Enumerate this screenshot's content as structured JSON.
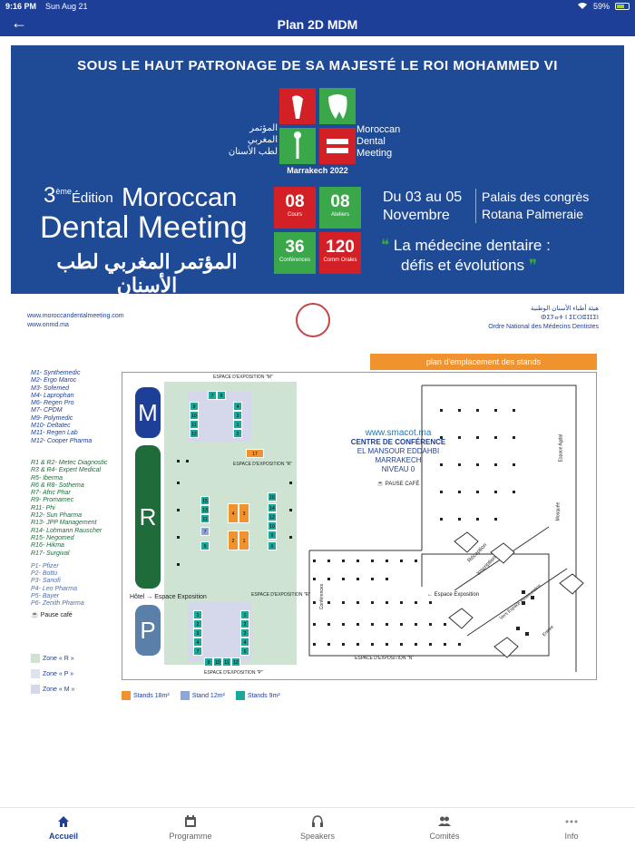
{
  "status": {
    "time": "9:16 PM",
    "date": "Sun Aug 21",
    "battery": "59%"
  },
  "nav": {
    "title": "Plan 2D MDM",
    "back_icon": "arrow-left-icon"
  },
  "banner": {
    "patronage": "SOUS LE HAUT PATRONAGE DE SA MAJESTÉ LE ROI MOHAMMED VI",
    "logo_arabic": [
      "المؤتمر",
      "المغربي",
      "لطب الأسنان"
    ],
    "logo_english": [
      "Moroccan",
      "Dental",
      "Meeting"
    ],
    "logo_city": "Marrakech 2022",
    "edition_number": "3",
    "edition_sup": "ème",
    "edition_word": "Édition",
    "title_line1": "Moroccan",
    "title_line2": "Dental Meeting",
    "title_arabic": "المؤتمر المغربي لطب الأسنان",
    "stats": [
      {
        "n": "08",
        "l": "Cours",
        "color": "#d32027"
      },
      {
        "n": "08",
        "l": "Ateliers",
        "color": "#3aa84a"
      },
      {
        "n": "36",
        "l": "Conférences",
        "color": "#3aa84a"
      },
      {
        "n": "120",
        "l": "Comm Orales",
        "color": "#d32027"
      }
    ],
    "dates_line1": "Du 03 au 05",
    "dates_line2": "Novembre",
    "venue_line1": "Palais des congrès",
    "venue_line2": "Rotana Palmeraie",
    "slogan_line1": "La médecine dentaire :",
    "slogan_line2": "défis et évolutions",
    "colors": {
      "bg": "#1f4a96",
      "red": "#d32027",
      "green": "#3aa84a"
    }
  },
  "map": {
    "url1": "www.moroccandentalmeeting.com",
    "url2": "www.onmd.ma",
    "ordre_ar": "هيئة أطباء الأسنان الوطنية",
    "ordre_tf": "ⵀⵉⵢⴰⵜ ⵏ ⵉⵎⵙⵓⵊⵊⵉⵏ",
    "ordre_fr": "Ordre National des Médecins Dentistes",
    "plan_title": "plan d'emplacement des stands",
    "legend_m": [
      "M1- Synthemedic",
      "M2- Ergo Maroc",
      "M3- Sofemed",
      "M4- Laprophan",
      "M6- Regen Pro",
      "M7- CPDM",
      "M9- Polymedic",
      "M10- Deltatec",
      "M11- Regen Lab",
      "M12- Cooper Pharma"
    ],
    "legend_r": [
      "R1 & R2- Metec Diagnostic",
      "R3 & R4- Expert Medical",
      "R5- Iberma",
      "R6 & R8- Sothema",
      "R7- Afric Phar",
      "R9- Promamec",
      "R11- Phi",
      "R12- Sun Pharma",
      "R13- JPP Management",
      "R14- Lohmann Rauscher",
      "R15- Negomed",
      "R16- Hikma",
      "R17- Surgival"
    ],
    "legend_p": [
      "P1- Pfizer",
      "P2- Bottu",
      "P3- Sanofi",
      "P4- Leo Pharma",
      "P5- Bayer",
      "P6- Zenith Pharma"
    ],
    "pause": "Pause café",
    "zones": [
      {
        "label": "Zone « R »",
        "color": "#cfe3d3"
      },
      {
        "label": "Zone « P »",
        "color": "#dde3ef"
      },
      {
        "label": "Zone « M »",
        "color": "#d4d8ea"
      }
    ],
    "letters": [
      "M",
      "R",
      "P"
    ],
    "cc_url": "www.smacot.ma",
    "cc_lines": [
      "CENTRE DE CONFÉRENCE",
      "EL MANSOUR EDDAHBI",
      "MARRAKECH",
      "NIVEAU 0"
    ],
    "pause_cafe": "PAUSE CAFÉ",
    "espace_m": "ESPACE D'EXPOSITION \"M\"",
    "espace_r": "ESPACE D'EXPOSITION \"R\"",
    "espace_p": "ESPACE D'EXPOSITION \"P\"",
    "espace_n": "ESPACE D'EXPOSITION \"N\"",
    "hotel": "Hôtel",
    "espace_expo": "Espace Exposition",
    "reception": "Réception",
    "inscription": "Inscription",
    "vers_espace": "Vers Espace Restauration",
    "entree": "Entrée",
    "mosquee": "Mosquée",
    "espace_agdal": "Espace Agdal",
    "conferences": "Conférences",
    "stand_legend": [
      {
        "label": "Stands 18m²",
        "color": "#f0932f"
      },
      {
        "label": "Stand 12m²",
        "color": "#8ba6d8"
      },
      {
        "label": "Stands 9m²",
        "color": "#1ba89a"
      }
    ]
  },
  "tabs": [
    {
      "label": "Accueil",
      "icon": "home-icon",
      "active": true
    },
    {
      "label": "Programme",
      "icon": "calendar-icon",
      "active": false
    },
    {
      "label": "Speakers",
      "icon": "headphones-icon",
      "active": false
    },
    {
      "label": "Comités",
      "icon": "people-icon",
      "active": false
    },
    {
      "label": "Info",
      "icon": "more-icon",
      "active": false
    }
  ]
}
